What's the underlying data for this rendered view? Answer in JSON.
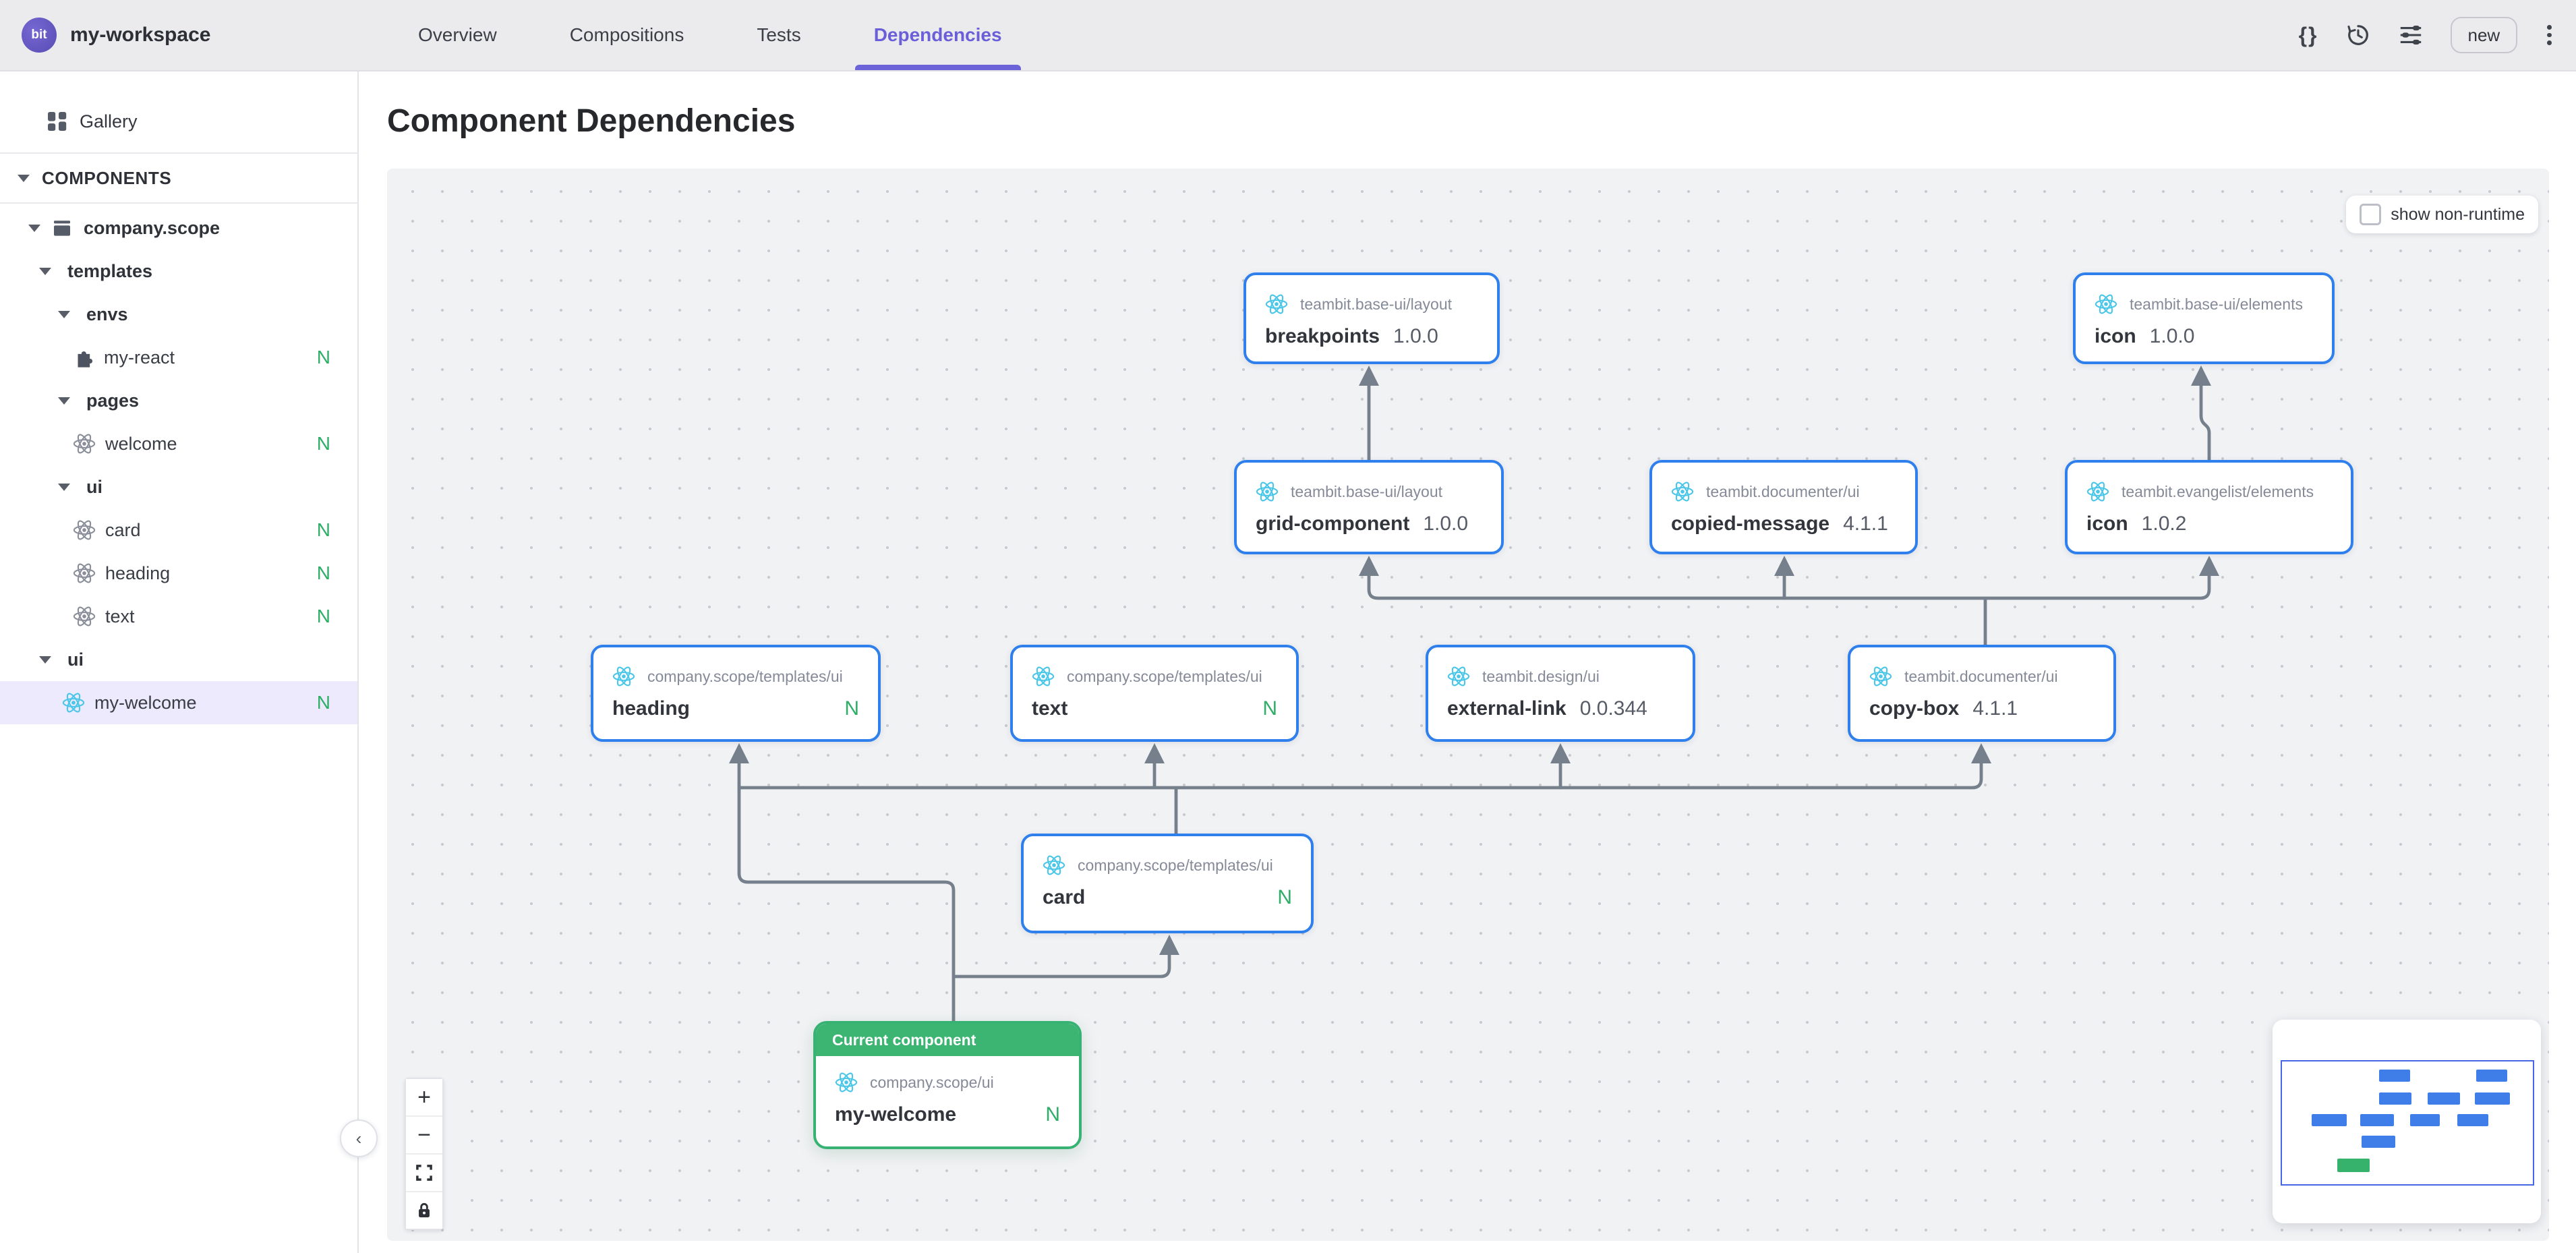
{
  "topbar": {
    "logo_text": "bit",
    "workspace": "my-workspace",
    "tabs": [
      {
        "label": "Overview"
      },
      {
        "label": "Compositions"
      },
      {
        "label": "Tests"
      },
      {
        "label": "Dependencies"
      }
    ],
    "actions": {
      "code_glyph": "{}",
      "new_label": "new"
    }
  },
  "sidebar": {
    "gallery_label": "Gallery",
    "section_label": "COMPONENTS",
    "tree": [
      {
        "label": "company.scope"
      },
      {
        "label": "templates"
      },
      {
        "label": "envs"
      },
      {
        "label": "my-react",
        "badge": "N"
      },
      {
        "label": "pages"
      },
      {
        "label": "welcome",
        "badge": "N"
      },
      {
        "label": "ui"
      },
      {
        "label": "card",
        "badge": "N"
      },
      {
        "label": "heading",
        "badge": "N"
      },
      {
        "label": "text",
        "badge": "N"
      },
      {
        "label": "ui"
      },
      {
        "label": "my-welcome",
        "badge": "N"
      }
    ]
  },
  "page": {
    "title": "Component Dependencies"
  },
  "canvas": {
    "show_non_runtime_label": "show non-runtime",
    "current_component_label": "Current component",
    "controls": {
      "zoom_in": "+",
      "zoom_out": "−"
    },
    "nodes": [
      {
        "env": "teambit.base-ui/layout",
        "name": "breakpoints",
        "version": "1.0.0"
      },
      {
        "env": "teambit.base-ui/elements",
        "name": "icon",
        "version": "1.0.0"
      },
      {
        "env": "teambit.base-ui/layout",
        "name": "grid-component",
        "version": "1.0.0"
      },
      {
        "env": "teambit.documenter/ui",
        "name": "copied-message",
        "version": "4.1.1"
      },
      {
        "env": "teambit.evangelist/elements",
        "name": "icon",
        "version": "1.0.2"
      },
      {
        "env": "company.scope/templates/ui",
        "name": "heading",
        "badge": "N"
      },
      {
        "env": "company.scope/templates/ui",
        "name": "text",
        "badge": "N"
      },
      {
        "env": "teambit.design/ui",
        "name": "external-link",
        "version": "0.0.344"
      },
      {
        "env": "teambit.documenter/ui",
        "name": "copy-box",
        "version": "4.1.1"
      },
      {
        "env": "company.scope/templates/ui",
        "name": "card",
        "badge": "N"
      },
      {
        "env": "company.scope/ui",
        "name": "my-welcome",
        "badge": "N"
      }
    ]
  },
  "colors": {
    "accent_purple": "#6c63d9",
    "node_blue": "#2F80ED",
    "current_green": "#3cb573",
    "badge_green": "#2fae68",
    "edge_gray": "#76808c"
  }
}
